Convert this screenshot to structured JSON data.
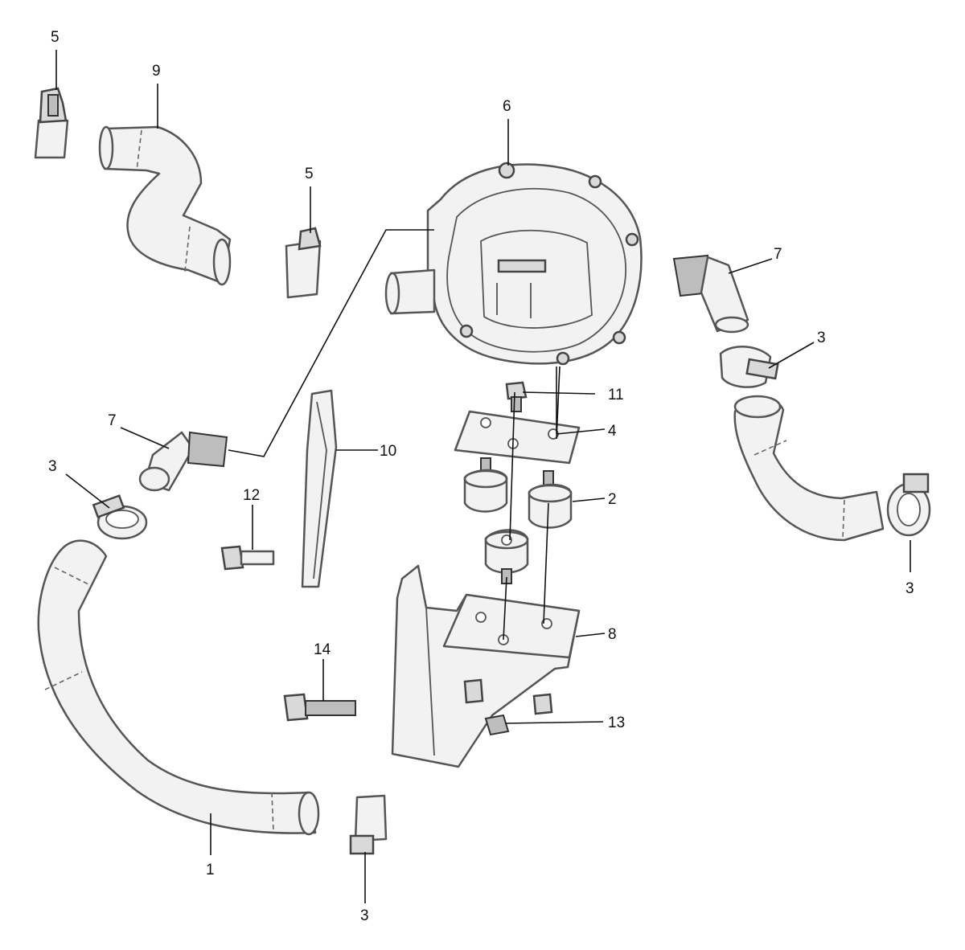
{
  "callouts": {
    "c1": "1",
    "c2": "2",
    "c3a": "3",
    "c3b": "3",
    "c3c": "3",
    "c3d": "3",
    "c4": "4",
    "c5a": "5",
    "c5b": "5",
    "c6": "6",
    "c7a": "7",
    "c7b": "7",
    "c8": "8",
    "c9": "9",
    "c10": "10",
    "c11": "11",
    "c12": "12",
    "c13": "13",
    "c14": "14"
  }
}
